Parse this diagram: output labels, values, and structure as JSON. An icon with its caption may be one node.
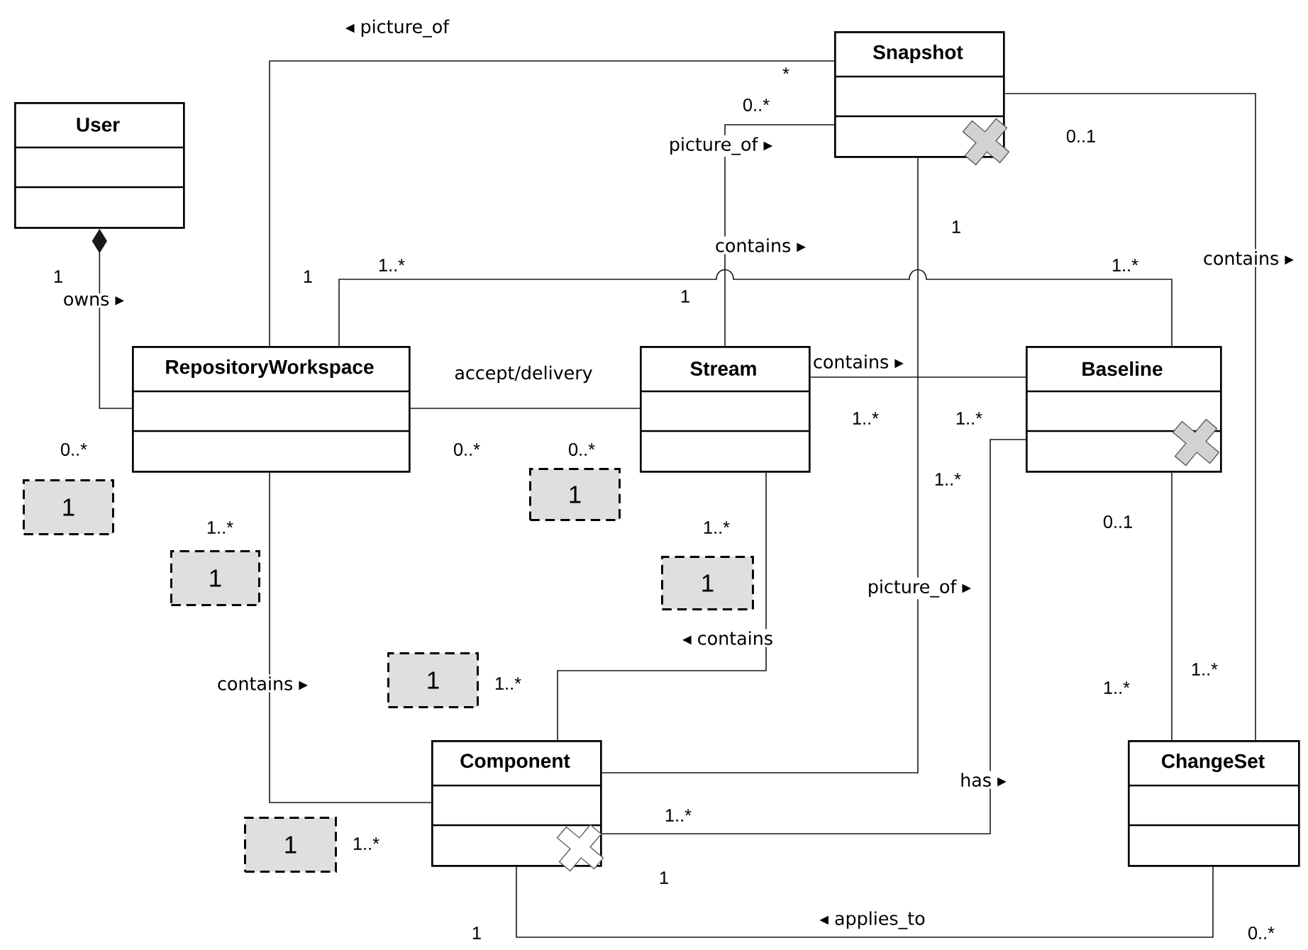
{
  "diagram": {
    "nodes": [
      {
        "text": [
          "Snapshot"
        ]
      },
      {
        "text": [
          "User"
        ]
      },
      {
        "text": [
          "RepositoryWorkspace"
        ]
      },
      {
        "text": [
          "Stream"
        ]
      },
      {
        "text": [
          "Baseline"
        ]
      },
      {
        "text": [
          "Component"
        ]
      },
      {
        "text": [
          "ChangeSet"
        ]
      },
      {
        "text": [
          "1"
        ]
      },
      {
        "text": [
          "1"
        ]
      },
      {
        "text": [
          "1"
        ]
      },
      {
        "text": [
          "1"
        ]
      },
      {
        "text": [
          "1"
        ]
      },
      {
        "text": [
          "1"
        ]
      }
    ],
    "edges": [
      {
        "from": 2,
        "to": 0,
        "arrow": "none",
        "label": "◂ picture_of"
      },
      {
        "from": 1,
        "to": 2,
        "arrow": "other",
        "label": "owns ▸"
      },
      {
        "from": 2,
        "to": 3,
        "arrow": "none",
        "label": "accept/delivery"
      },
      {
        "from": 0,
        "to": 3,
        "arrow": "none",
        "label": "picture_of ▸"
      },
      {
        "from": 2,
        "to": 4,
        "arrow": "none",
        "label": "contains ▸"
      },
      {
        "from": 0,
        "to": 5,
        "arrow": "none",
        "label": "picture_of ▸"
      },
      {
        "from": 3,
        "to": 4,
        "arrow": "none",
        "label": "contains ▸"
      },
      {
        "from": 0,
        "to": 6,
        "arrow": "none",
        "label": "contains ▸"
      },
      {
        "from": 4,
        "to": 6,
        "arrow": "none"
      },
      {
        "from": 3,
        "to": 5,
        "arrow": "none",
        "label": "◂ contains"
      },
      {
        "from": 2,
        "to": 5,
        "arrow": "none",
        "label": "contains ▸"
      },
      {
        "from": 5,
        "to": 4,
        "arrow": "none",
        "label": "has ▸"
      },
      {
        "from": 5,
        "to": 6,
        "arrow": "none",
        "label": "◂ applies_to"
      }
    ],
    "labels": [
      "*",
      "0..*",
      "0..1",
      "1",
      "1..*",
      "1..*",
      "1",
      "1",
      "1",
      "1..*",
      "1..*",
      "0..*",
      "0..*",
      "0..*",
      "1..*",
      "0..1",
      "1..*",
      "1..*",
      "1..*",
      "1..*",
      "1..*",
      "1..*",
      "1..*",
      "1",
      "1",
      "0..*"
    ]
  }
}
